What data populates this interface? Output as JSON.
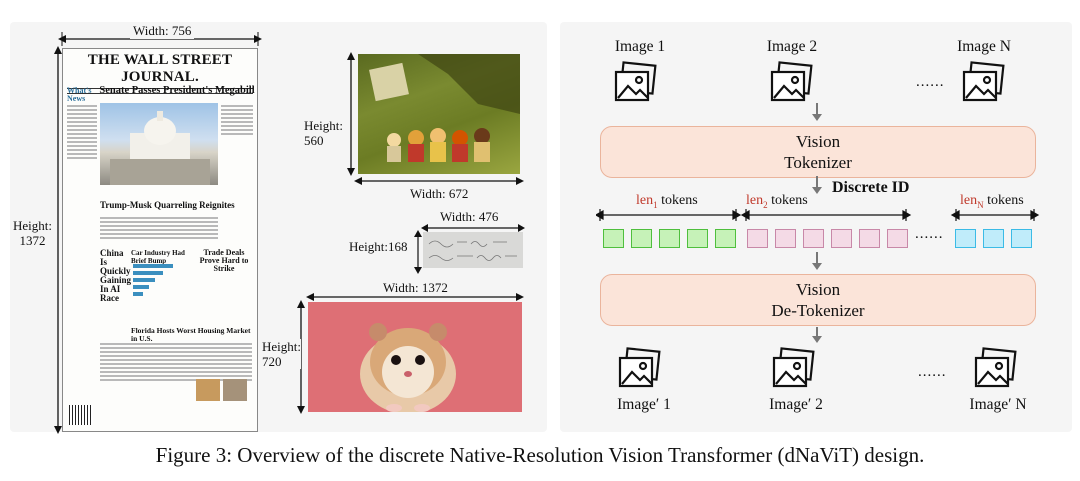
{
  "left": {
    "newspaper": {
      "masthead": "THE WALL STREET JOURNAL.",
      "headline": "Senate Passes President's Megabill",
      "subheads": [
        "Trump-Musk Quarreling Reignites",
        "China Is Quickly Gaining In AI Race",
        "Car Industry Had Brief Bump",
        "Trade Deals Prove Hard to Strike",
        "Florida Hosts Worst Housing Market in U.S."
      ],
      "side_label": "What's News"
    },
    "dims": {
      "np_width": "Width: 756",
      "np_height": "Height:\n1372",
      "photo_height": "Height:\n560",
      "photo_width": "Width: 672",
      "formula_width": "Width: 476",
      "formula_height": "Height:168",
      "hamster_width": "Width: 1372",
      "hamster_height": "Height:\n720"
    }
  },
  "right": {
    "images_top": [
      "Image 1",
      "Image 2",
      "Image N"
    ],
    "images_bottom": [
      "Image′ 1",
      "Image′ 2",
      "Image′ N"
    ],
    "ellipsis": "......",
    "tokenizer": "Vision\nTokenizer",
    "detokenizer": "Vision\nDe-Tokenizer",
    "discrete_id": "Discrete ID",
    "len1": {
      "prefix": "len",
      "sub": "1",
      "suffix": " tokens"
    },
    "len2": {
      "prefix": "len",
      "sub": "2",
      "suffix": " tokens"
    },
    "lenN": {
      "prefix": "len",
      "sub": "N",
      "suffix": " tokens"
    },
    "colors": {
      "green": "#c6f2b8",
      "pink": "#f4dae6",
      "cyan": "#c0ecfa",
      "box": "#fbe4d9",
      "red": "#c0392b"
    }
  },
  "caption": "Figure 3: Overview of the discrete Native-Resolution Vision Transformer (dNaViT) design."
}
